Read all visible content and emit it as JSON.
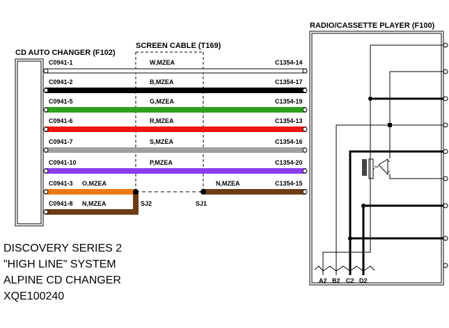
{
  "left_component": {
    "title": "CD AUTO CHANGER (F102)"
  },
  "screen_cable": {
    "title": "SCREEN CABLE (T169)",
    "splices": [
      "SJ2",
      "SJ1"
    ]
  },
  "right_component": {
    "title": "RADIO/CASSETTE PLAYER (F100)",
    "bottom_pins": [
      "A2",
      "B2",
      "C2",
      "D2"
    ]
  },
  "wires": [
    {
      "from": "C0941-1",
      "code": "W,MZEA",
      "to": "C1354-14",
      "color": "#ffffff"
    },
    {
      "from": "C0941-2",
      "code": "B,MZEA",
      "to": "C1354-17",
      "color": "#000000"
    },
    {
      "from": "C0941-5",
      "code": "G,MZEA",
      "to": "C1354-19",
      "color": "#2ea01e"
    },
    {
      "from": "C0941-6",
      "code": "R,MZEA",
      "to": "C1354-13",
      "color": "#f01414"
    },
    {
      "from": "C0941-7",
      "code": "S,MZEA",
      "to": "C1354-16",
      "color": "#a0a0a0"
    },
    {
      "from": "C0941-10",
      "code": "P,MZEA",
      "to": "C1354-20",
      "color": "#8c3cf0"
    }
  ],
  "ground_wires": [
    {
      "from": "C0941-3",
      "code": "O,MZEA",
      "color": "#f07814"
    },
    {
      "from": "C0941-8",
      "code": "N,MZEA",
      "color": "#6e3c14"
    },
    {
      "code": "N,MZEA",
      "to": "C1354-15",
      "color": "#6e3c14"
    }
  ],
  "notes": [
    "DISCOVERY SERIES 2",
    "\"HIGH LINE\" SYSTEM",
    "ALPINE CD CHANGER",
    "XQE100240"
  ]
}
